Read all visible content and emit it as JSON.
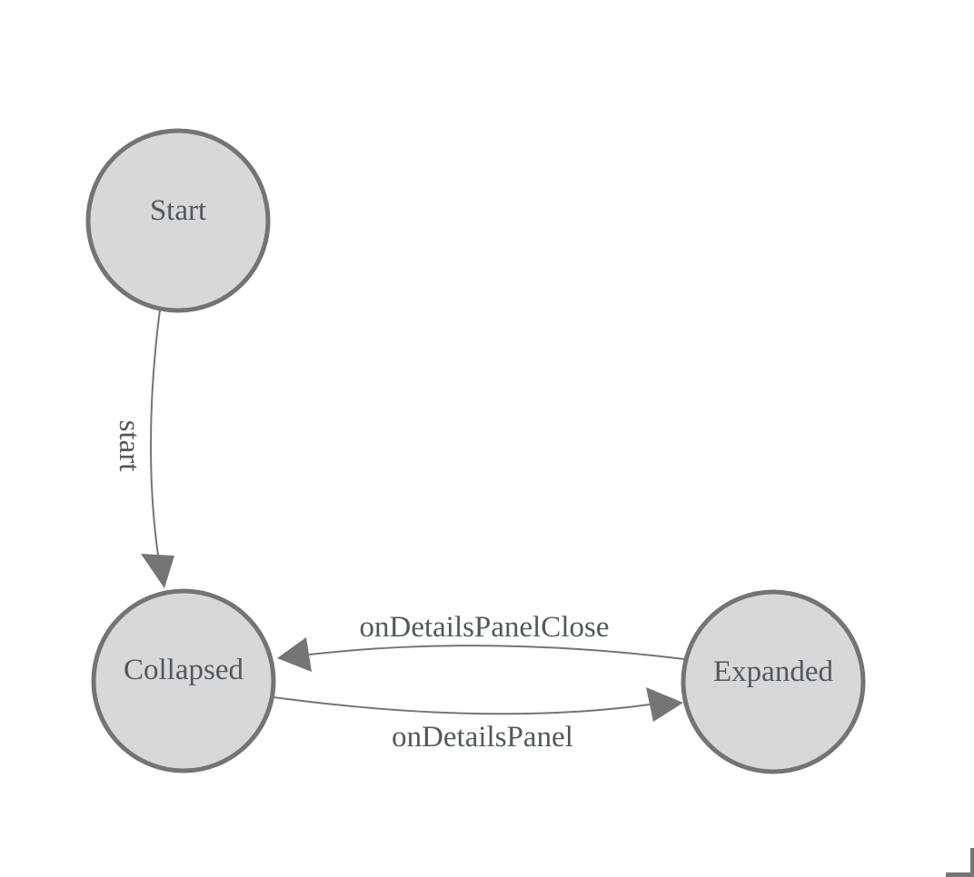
{
  "diagram": {
    "type": "state-machine",
    "nodes": [
      {
        "id": "start",
        "label": "Start"
      },
      {
        "id": "collapsed",
        "label": "Collapsed"
      },
      {
        "id": "expanded",
        "label": "Expanded"
      }
    ],
    "edges": [
      {
        "from": "Start",
        "to": "Collapsed",
        "label": "start"
      },
      {
        "from": "Expanded",
        "to": "Collapsed",
        "label": "onDetailsPanelClose"
      },
      {
        "from": "Collapsed",
        "to": "Expanded",
        "label": "onDetailsPanel"
      }
    ],
    "colors": {
      "background": "#ffffff",
      "node_fill": "#d8d8d8",
      "node_stroke": "#747474",
      "edge_stroke": "#757575",
      "arrow_fill": "#757575",
      "text": "#54585c",
      "corner_handle": "#757575"
    }
  }
}
